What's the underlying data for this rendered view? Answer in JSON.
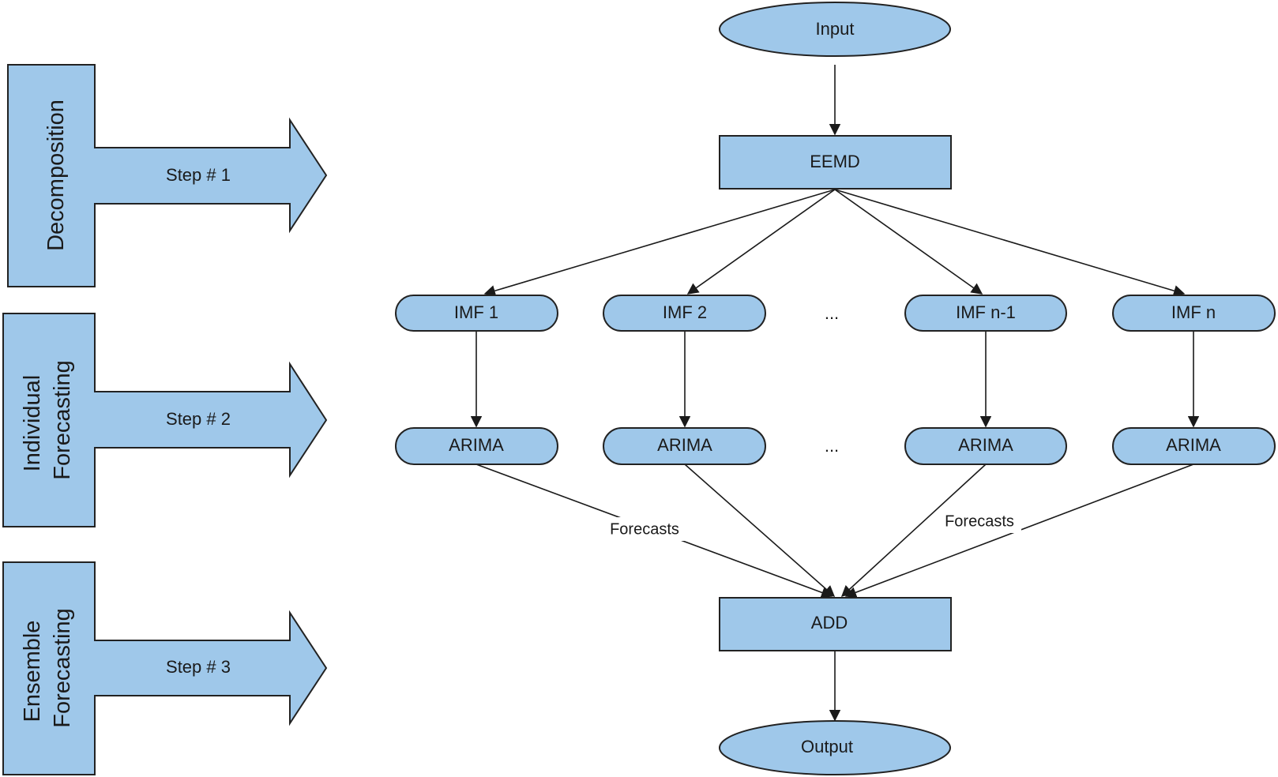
{
  "steps": [
    {
      "title_lines": [
        "Decomposition"
      ],
      "label": "Step # 1"
    },
    {
      "title_lines": [
        "Individual",
        "Forecasting"
      ],
      "label": "Step # 2"
    },
    {
      "title_lines": [
        "Ensemble",
        "Forecasting"
      ],
      "label": "Step # 3"
    }
  ],
  "nodes": {
    "input": "Input",
    "eemd": "EEMD",
    "imf": [
      "IMF 1",
      "IMF 2",
      "IMF n-1",
      "IMF n"
    ],
    "arima": [
      "ARIMA",
      "ARIMA",
      "ARIMA",
      "ARIMA"
    ],
    "add": "ADD",
    "output": "Output"
  },
  "ellipsis": [
    "...",
    "..."
  ],
  "edge_labels": [
    "Forecasts",
    "Forecasts"
  ],
  "colors": {
    "fill": "#9fc8ea",
    "stroke": "#222222"
  }
}
